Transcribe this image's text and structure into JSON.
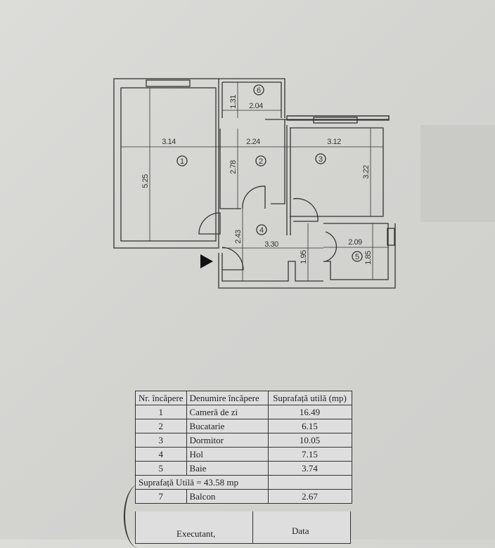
{
  "plan": {
    "rooms": [
      {
        "number": "1",
        "dims": [
          "3.14",
          "5.25"
        ]
      },
      {
        "number": "2",
        "dims": [
          "2.24",
          "2.78"
        ]
      },
      {
        "number": "3",
        "dims": [
          "3.12",
          "3.22"
        ]
      },
      {
        "number": "4",
        "dims": [
          "3.30",
          "2.43",
          "1.95"
        ]
      },
      {
        "number": "5",
        "dims": [
          "2.09",
          "1.85"
        ]
      },
      {
        "number": "6",
        "dims": [
          "2.04",
          "1.31"
        ]
      }
    ]
  },
  "table": {
    "headers": [
      "Nr. încăpere",
      "Denumire încăpere",
      "Suprafață utilă (mp)"
    ],
    "rows": [
      {
        "nr": "1",
        "name": "Cameră  de zi",
        "area": "16.49"
      },
      {
        "nr": "2",
        "name": "Bucatarie",
        "area": "6.15"
      },
      {
        "nr": "3",
        "name": "Dormitor",
        "area": "10.05"
      },
      {
        "nr": "4",
        "name": "Hol",
        "area": "7.15"
      },
      {
        "nr": "5",
        "name": "Baie",
        "area": "3.74"
      }
    ],
    "total": "Suprafață Utilă = 43.58 mp",
    "extra": {
      "nr": "7",
      "name": "Balcon",
      "area": "2.67"
    },
    "executant": "Executant,",
    "date": "Data"
  }
}
